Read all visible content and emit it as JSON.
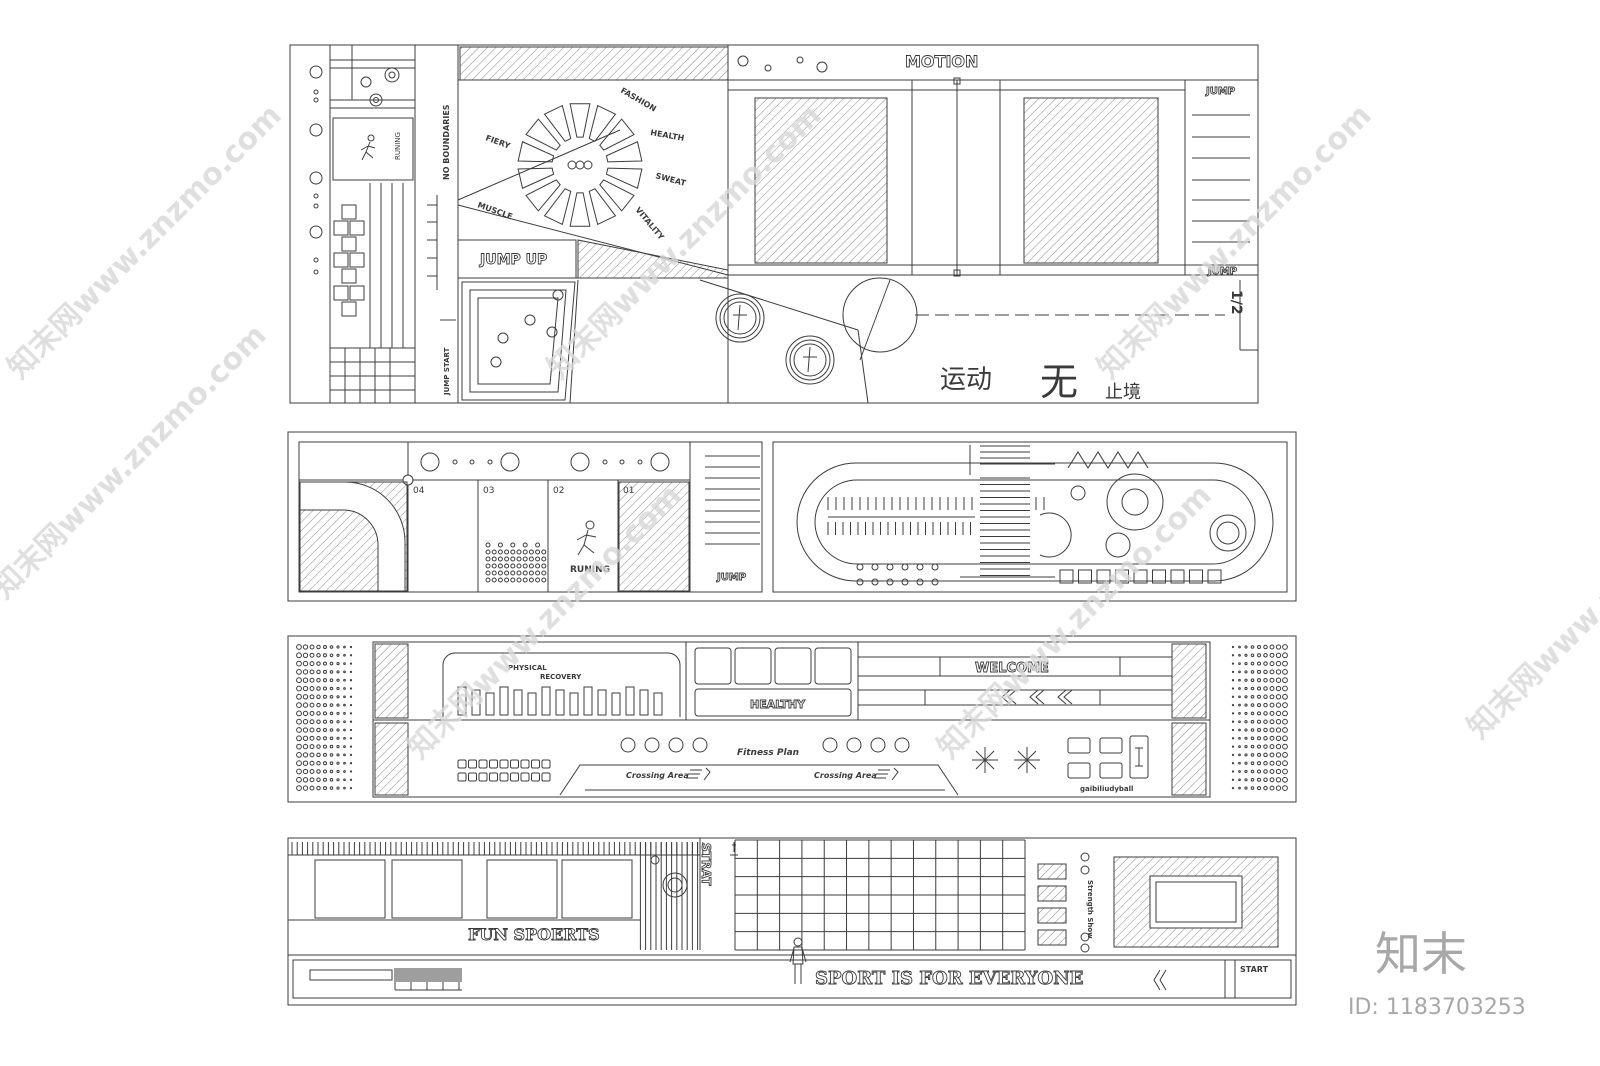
{
  "panel1": {
    "vertical_left": "RUNING",
    "no_boundaries": "NO BOUNDARIES",
    "jump_start": "JUMP START",
    "jump_up": "JUMP UP",
    "radial_words": [
      "FIERY",
      "FASHION",
      "HEALTH",
      "SWEAT",
      "VITALITY",
      "MUSCLE"
    ],
    "motion": "MOTION",
    "jump_top": "JUMP",
    "jump_bottom": "JUMP",
    "vertical_right": "1/2",
    "cn_big_1": "运动",
    "cn_big_2": "无",
    "cn_small": "止境"
  },
  "panel2": {
    "lane_numbers": [
      "04",
      "03",
      "02",
      "01"
    ],
    "running": "RUNING",
    "jump": "JUMP"
  },
  "panel3": {
    "recovery_1": "PHYSICAL",
    "recovery_2": "RECOVERY",
    "healthy": "HEALTHY",
    "welcome": "WELCOME",
    "fitness_plan": "Fitness Plan",
    "crossing_1": "Crossing Area",
    "crossing_2": "Crossing Area",
    "small_label": "gaibiliudyball"
  },
  "panel4": {
    "fun_sports": "FUN SPOERTS",
    "strat": "STRAT",
    "strength_show": "Strength Show",
    "sport_everyone": "SPORT IS FOR EVERYONE",
    "start": "START"
  },
  "watermark": {
    "url_text": "知末网www.znzmo.com",
    "brand": "知末",
    "id": "ID: 1183703253"
  },
  "colors": {
    "line": "#3c3c3c",
    "watermark": "#d8d8d8",
    "brand": "#a8a8a8"
  }
}
